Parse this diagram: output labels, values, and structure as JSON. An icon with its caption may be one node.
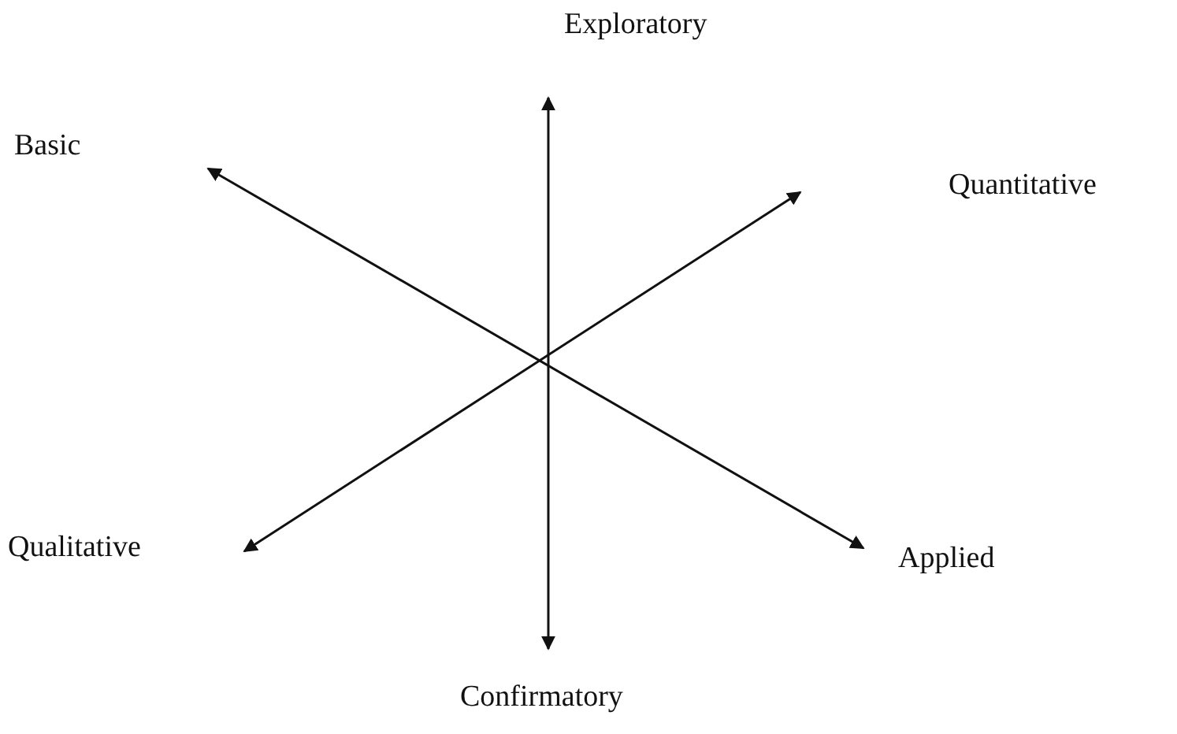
{
  "diagram": {
    "nodes": [
      {
        "text": [
          "Exploratory"
        ]
      },
      {
        "text": [
          "Basic"
        ]
      },
      {
        "text": [
          "Quantitative"
        ]
      },
      {
        "text": [
          "Qualitative"
        ]
      },
      {
        "text": [
          "Applied"
        ]
      },
      {
        "text": [
          "Confirmatory"
        ]
      }
    ],
    "edges": [
      {
        "from": 0,
        "to": 5,
        "arrow": "both"
      },
      {
        "from": 1,
        "to": 4,
        "arrow": "both"
      },
      {
        "from": 2,
        "to": 3,
        "arrow": "both"
      }
    ]
  }
}
